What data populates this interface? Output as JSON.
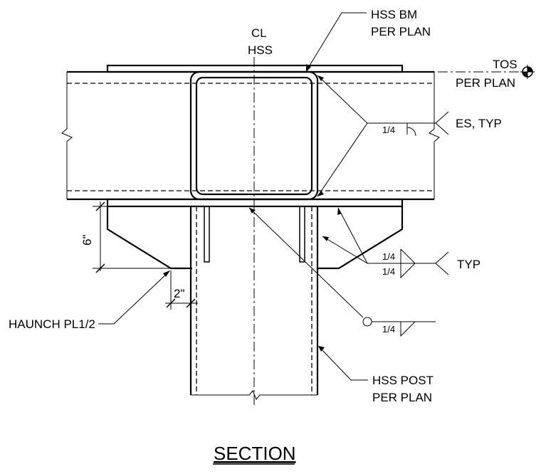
{
  "labels": {
    "hss_bm_line1": "HSS BM",
    "hss_bm_line2": "PER PLAN",
    "cl_line1": "CL",
    "cl_line2": "HSS",
    "tos_line1": "TOS",
    "tos_line2": "PER PLAN",
    "es_typ": "ES, TYP",
    "typ": "TYP",
    "haunch": "HAUNCH PL1/2",
    "hss_post_line1": "HSS POST",
    "hss_post_line2": "PER PLAN",
    "dim_6": "6\"",
    "dim_2": "2\"",
    "title": "SECTION"
  },
  "welds": {
    "es_size": "1/4",
    "typ_top_size": "1/4",
    "typ_bottom_size": "1/4",
    "cap_size": "1/4"
  }
}
